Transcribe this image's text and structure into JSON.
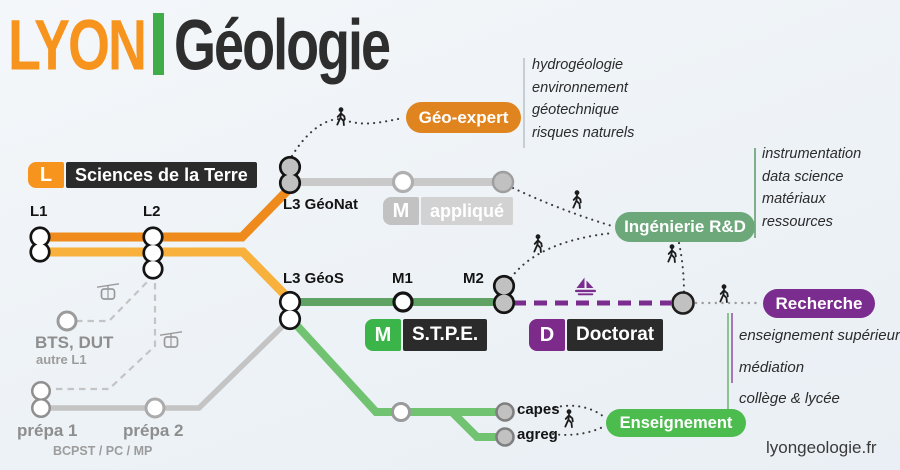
{
  "header": {
    "brand": "LYON",
    "divider": "|",
    "title": "Géologie"
  },
  "footer": {
    "site": "lyongeologie.fr"
  },
  "colors": {
    "background": "#EDF2F6",
    "brand_orange": "#F7941E",
    "brand_green": "#3FAE49",
    "line_licence_dark": "#EF8B1D",
    "line_licence_light": "#F7B13C",
    "line_master_applique": "#C9C9C9",
    "line_master_stpe": "#5FA263",
    "line_teaching": "#72C371",
    "line_access_gray": "#C4C4C4",
    "purple_doctorat": "#7B2C8F",
    "badge_dark": "#2B2B2B",
    "badge_geo_expert": "#E08420",
    "badge_ingenierie": "#6CA87A",
    "badge_enseignement": "#4CBC4F"
  },
  "map": {
    "licence_line": {
      "badge_code": "L",
      "badge_label": "Sciences de la Terre",
      "stations": {
        "l1": "L1",
        "l2": "L2",
        "l3_geonat": "L3 GéoNat",
        "l3_geos": "L3 GéoS"
      }
    },
    "master_applique_line": {
      "badge_code": "M",
      "badge_label": "appliqué"
    },
    "master_stpe_line": {
      "badge_code": "M",
      "badge_label": "S.T.P.E.",
      "stations": {
        "m1": "M1",
        "m2": "M2"
      }
    },
    "doctorat_line": {
      "badge_code": "D",
      "badge_label": "Doctorat"
    },
    "teaching_branch": {
      "stations": {
        "capes": "capes",
        "agreg": "agreg"
      }
    },
    "access_routes": {
      "bts_dut": "BTS, DUT",
      "bts_dut_sub": "autre L1",
      "prepa1": "prépa 1",
      "prepa2": "prépa 2",
      "prepa_sub": "BCPST / PC / MP"
    }
  },
  "outcomes": {
    "geo_expert": {
      "label": "Géo-expert",
      "items": [
        "hydrogéologie",
        "environnement",
        "géotechnique",
        "risques naturels"
      ]
    },
    "ingenierie_rd": {
      "label": "Ingénierie R&D",
      "items": [
        "instrumentation",
        "data science",
        "matériaux",
        "ressources"
      ]
    },
    "recherche": {
      "label": "Recherche",
      "items": [
        "enseignement supérieur",
        "médiation",
        "collège & lycée"
      ]
    },
    "enseignement": {
      "label": "Enseignement"
    }
  },
  "icons": {
    "walking_person": "walker",
    "cable_car": "gondola",
    "sailboat": "sailboat"
  }
}
